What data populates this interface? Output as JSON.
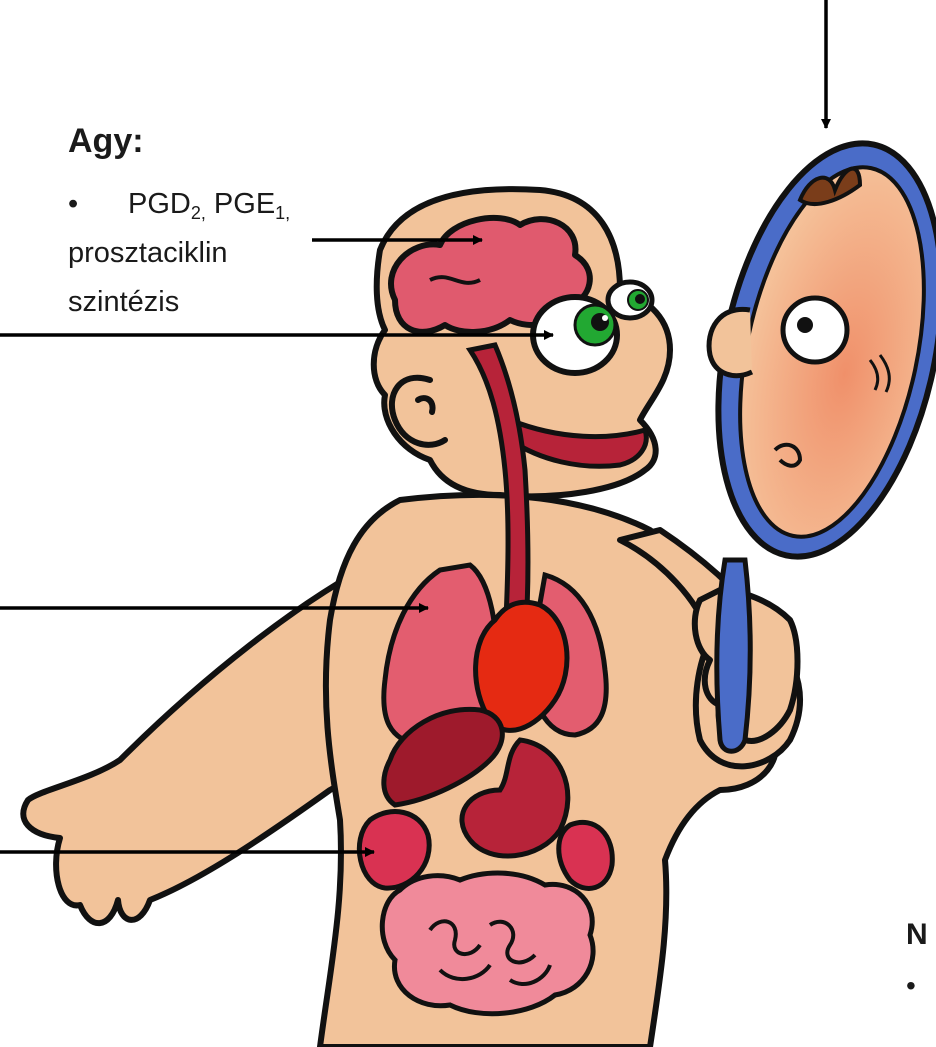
{
  "brain_label": {
    "heading": "Agy:",
    "bullet": "•",
    "pgd": "PGD",
    "pgd_sub": "2,",
    "pge": "PGE",
    "pge_sub": "1,",
    "line2": "prosztaciklin",
    "line3": "szintézis"
  },
  "cutoff_label": {
    "heading": "N",
    "bullet": "•"
  },
  "colors": {
    "skin": "#f2c39a",
    "outline": "#111111",
    "brain": "#e05a6e",
    "eye_green": "#22a832",
    "heart": "#e52a12",
    "lungs": "#e35d6f",
    "liver": "#9e1a2c",
    "stomach": "#b72339",
    "kidney": "#d93252",
    "intestine": "#f08a9a",
    "mirror_frame": "#4a6cc8",
    "hair": "#7a3d1a"
  },
  "icons": [
    "cartoon-person",
    "mirror-icon",
    "brain-icon",
    "eye-icon",
    "heart-icon",
    "lungs-icon",
    "stomach-icon",
    "kidney-icon",
    "intestine-icon"
  ]
}
